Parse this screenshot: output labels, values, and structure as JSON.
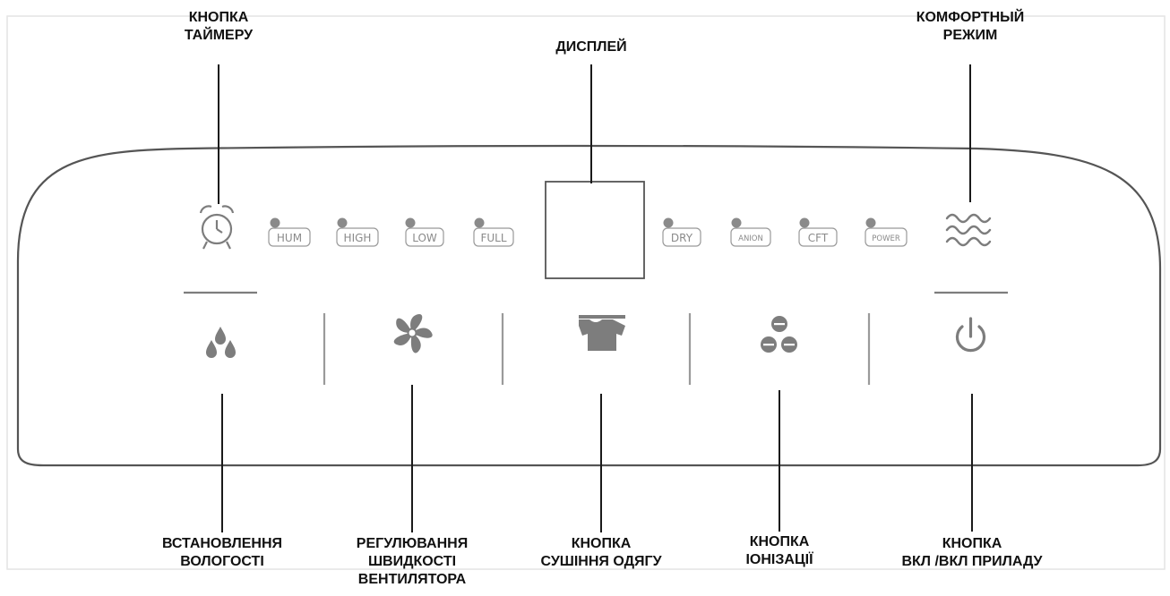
{
  "callouts": {
    "timer_button": [
      "КНОПКА",
      "ТАЙМЕРУ"
    ],
    "display": [
      "ДИСПЛЕЙ"
    ],
    "comfort_mode": [
      "КОМФОРТНЫЙ",
      "РЕЖИМ"
    ],
    "humidity_setting": [
      "ВСТАНОВЛЕННЯ",
      "ВОЛОГОСТІ"
    ],
    "fan_speed": [
      "РЕГУЛЮВАННЯ",
      "ШВИДКОСТІ",
      "ВЕНТИЛЯТОРА"
    ],
    "clothes_dry_button": [
      "КНОПКА",
      "СУШІННЯ ОДЯГУ"
    ],
    "ionization_button": [
      "КНОПКА",
      "ІОНІЗАЦІЇ"
    ],
    "power_button": [
      "КНОПКА",
      "ВКЛ /ВКЛ ПРИЛАДУ"
    ]
  },
  "indicators": {
    "left": [
      "HUM",
      "HIGH",
      "LOW",
      "FULL"
    ],
    "right": [
      "DRY",
      "ANION",
      "CFT",
      "POWER"
    ]
  },
  "colors": {
    "panel_outline": "#555555",
    "icon": "#7d7d7d",
    "divider": "#9a9a9a",
    "leader_line": "#1a1a1a",
    "indicator_dot": "#8a8a8a"
  },
  "icons": [
    "alarm-clock-icon",
    "wave-icon",
    "water-drops-icon",
    "fan-icon",
    "shirt-icon",
    "ions-icon",
    "power-icon"
  ]
}
